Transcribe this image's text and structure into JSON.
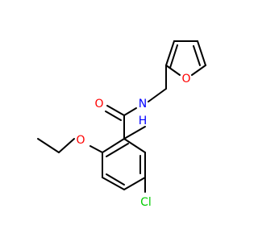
{
  "molecule": {
    "atoms": {
      "oxygen_carbonyl": {
        "text": "O",
        "color": "#ff0000"
      },
      "nitrogen_amide": {
        "text": "N",
        "color": "#0000ff"
      },
      "hydrogen_amide": {
        "text": "H",
        "color": "#0000ff"
      },
      "oxygen_furan": {
        "text": "O",
        "color": "#ff0000"
      },
      "oxygen_ether": {
        "text": "O",
        "color": "#ff0000"
      },
      "chlorine": {
        "text": "Cl",
        "color": "#00cc00"
      }
    },
    "bond_color": "#000000"
  }
}
